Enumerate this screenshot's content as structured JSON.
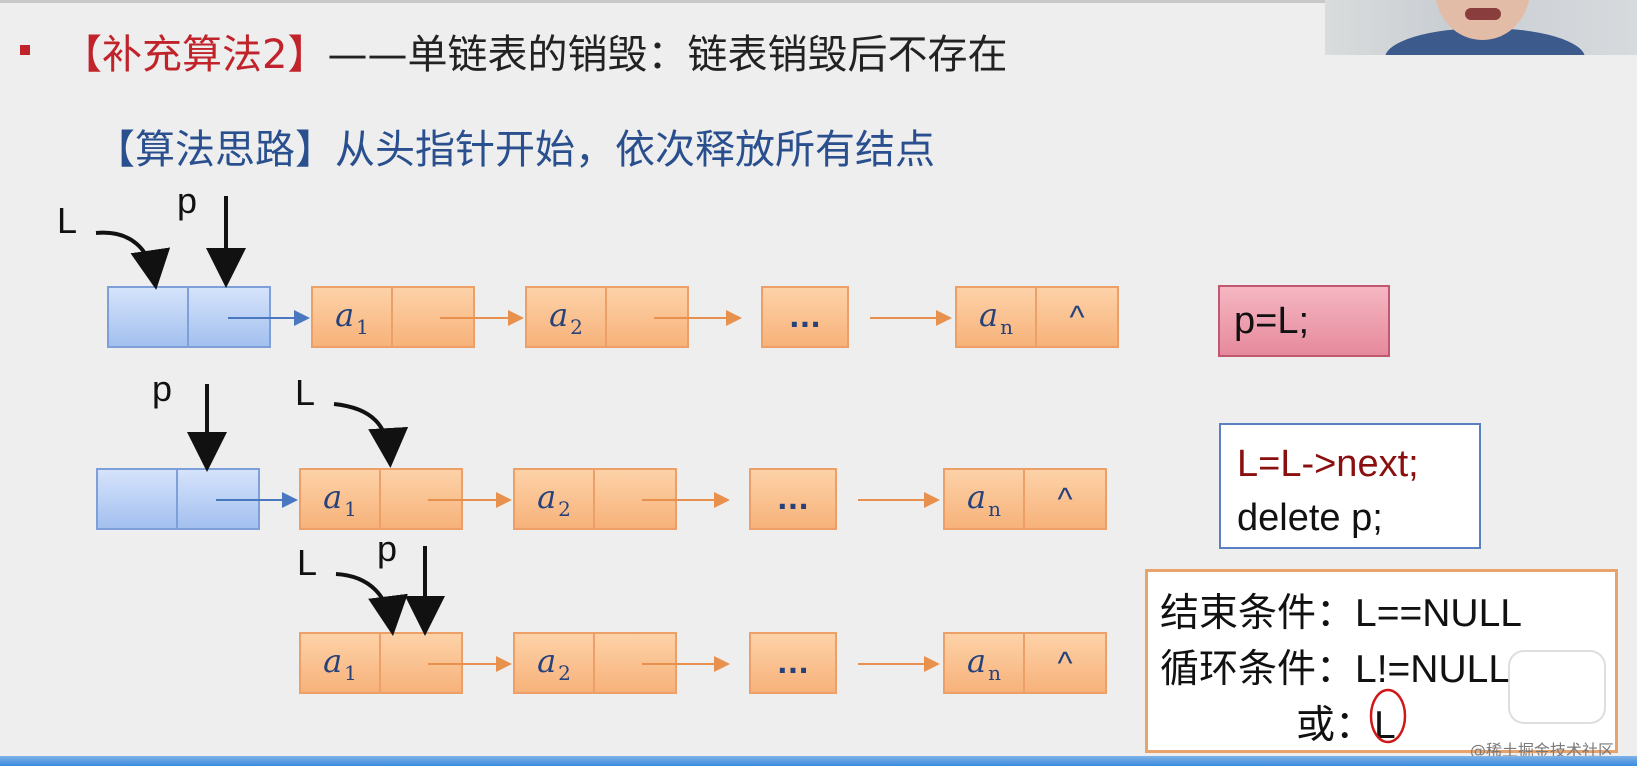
{
  "header": {
    "tag": "【补充算法2】",
    "title": "——单链表的销毁：链表销毁后不存在"
  },
  "idea": "【算法思路】从头指针开始，依次释放所有结点",
  "rows": [
    {
      "pointers": [
        "L",
        "p"
      ],
      "nodes": [
        {
          "var": "a",
          "sub": "1"
        },
        {
          "var": "a",
          "sub": "2"
        },
        {
          "ellipsis": "..."
        },
        {
          "var": "a",
          "sub": "n",
          "null": "^"
        }
      ]
    },
    {
      "pointers": [
        "p",
        "L"
      ],
      "nodes": [
        {
          "var": "a",
          "sub": "1"
        },
        {
          "var": "a",
          "sub": "2"
        },
        {
          "ellipsis": "..."
        },
        {
          "var": "a",
          "sub": "n",
          "null": "^"
        }
      ]
    },
    {
      "pointers": [
        "L",
        "p"
      ],
      "nodes": [
        {
          "var": "a",
          "sub": "1"
        },
        {
          "var": "a",
          "sub": "2"
        },
        {
          "ellipsis": "..."
        },
        {
          "var": "a",
          "sub": "n",
          "null": "^"
        }
      ]
    }
  ],
  "code": {
    "step1": "p=L;",
    "step2_line1": "L=L->next;",
    "step2_line2": "delete p;"
  },
  "conditions": {
    "end": "结束条件：L==NULL",
    "loop": "循环条件：L!=NULL",
    "or": "或：L"
  },
  "watermark": "@稀土掘金技术社区",
  "colors": {
    "accent_red": "#c0242a",
    "idea_blue": "#2a4f8f",
    "node_orange": "#f7b27a",
    "head_blue": "#a3c0ef"
  }
}
